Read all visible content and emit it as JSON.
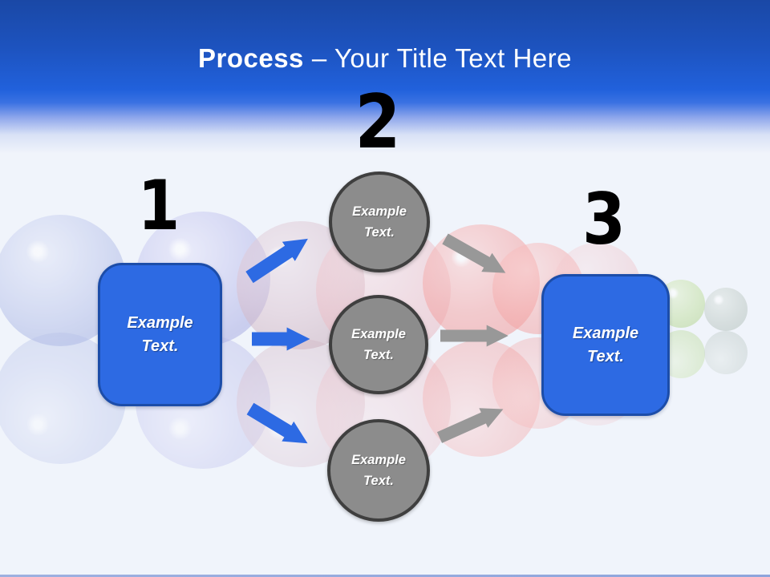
{
  "slide_title": {
    "bold_part": "Process",
    "regular_part": "– Your Title Text Here"
  },
  "process": {
    "step_numbers": [
      "1",
      "2",
      "3"
    ],
    "left_box": {
      "label": "Example Text."
    },
    "middle_circles": [
      {
        "label": "Example Text."
      },
      {
        "label": "Example Text."
      },
      {
        "label": "Example Text."
      }
    ],
    "right_box": {
      "label": "Example Text."
    }
  },
  "colors": {
    "header_blue_dark": "#1a48a6",
    "header_blue": "#2161dc",
    "box_blue_fill": "#2d6ae3",
    "box_blue_border": "#1c4da9",
    "circle_gray_fill": "#8c8c8c",
    "circle_gray_border": "#3f3f3f",
    "arrow_blue": "#2d6ae3",
    "arrow_gray": "#989898",
    "number_color": "#000000",
    "slide_background": "#f0f4fb"
  }
}
